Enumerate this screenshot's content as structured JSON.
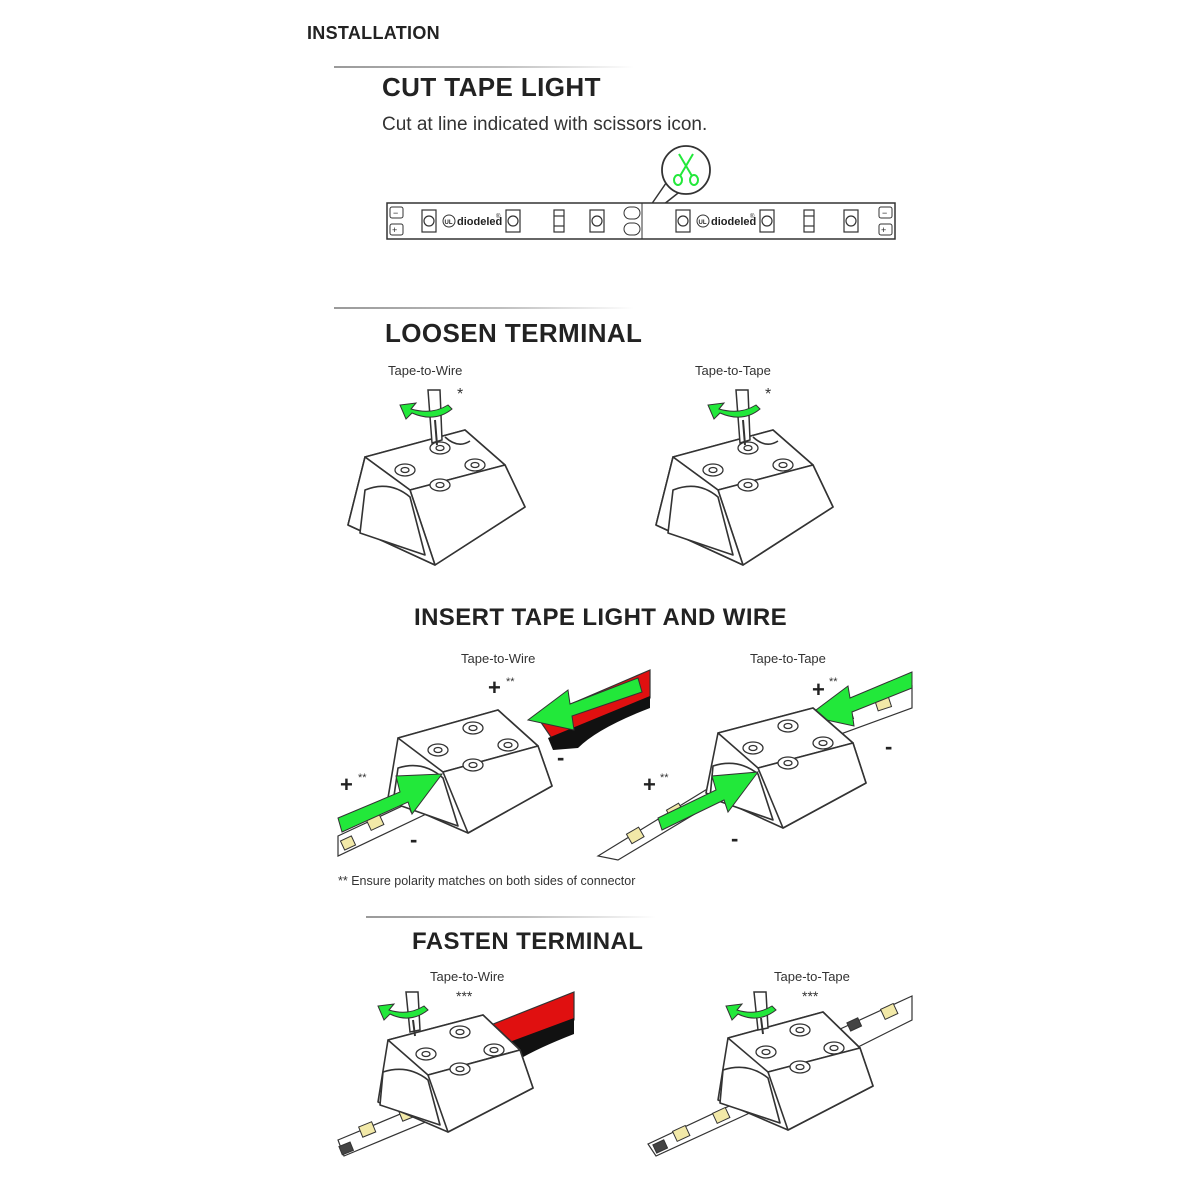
{
  "page": {
    "heading": "INSTALLATION"
  },
  "sections": {
    "cut": {
      "title": "CUT TAPE LIGHT",
      "instruction": "Cut at line indicated with scissors icon.",
      "tape_brand": "diodeled",
      "brand_mark": "®",
      "cert_mark": "UL"
    },
    "loosen": {
      "title": "LOOSEN TERMINAL",
      "left_label": "Tape-to-Wire",
      "right_label": "Tape-to-Tape",
      "note_mark": "*"
    },
    "insert": {
      "title": "INSERT TAPE LIGHT AND WIRE",
      "left_label": "Tape-to-Wire",
      "right_label": "Tape-to-Tape",
      "plus": "+",
      "minus": "-",
      "note_mark": "**",
      "footnote": "** Ensure polarity matches on both sides of connector"
    },
    "fasten": {
      "title": "FASTEN TERMINAL",
      "left_label": "Tape-to-Wire",
      "right_label": "Tape-to-Tape",
      "note_mark": "***"
    }
  },
  "colors": {
    "arrow_green": "#22e83a",
    "wire_red": "#e01010",
    "wire_black": "#111111",
    "outline": "#333333",
    "led_yellow": "#f2e9a8"
  },
  "icons": [
    "scissors-icon",
    "rotate-arrow-icon",
    "insert-arrow-icon",
    "screwdriver-icon"
  ]
}
